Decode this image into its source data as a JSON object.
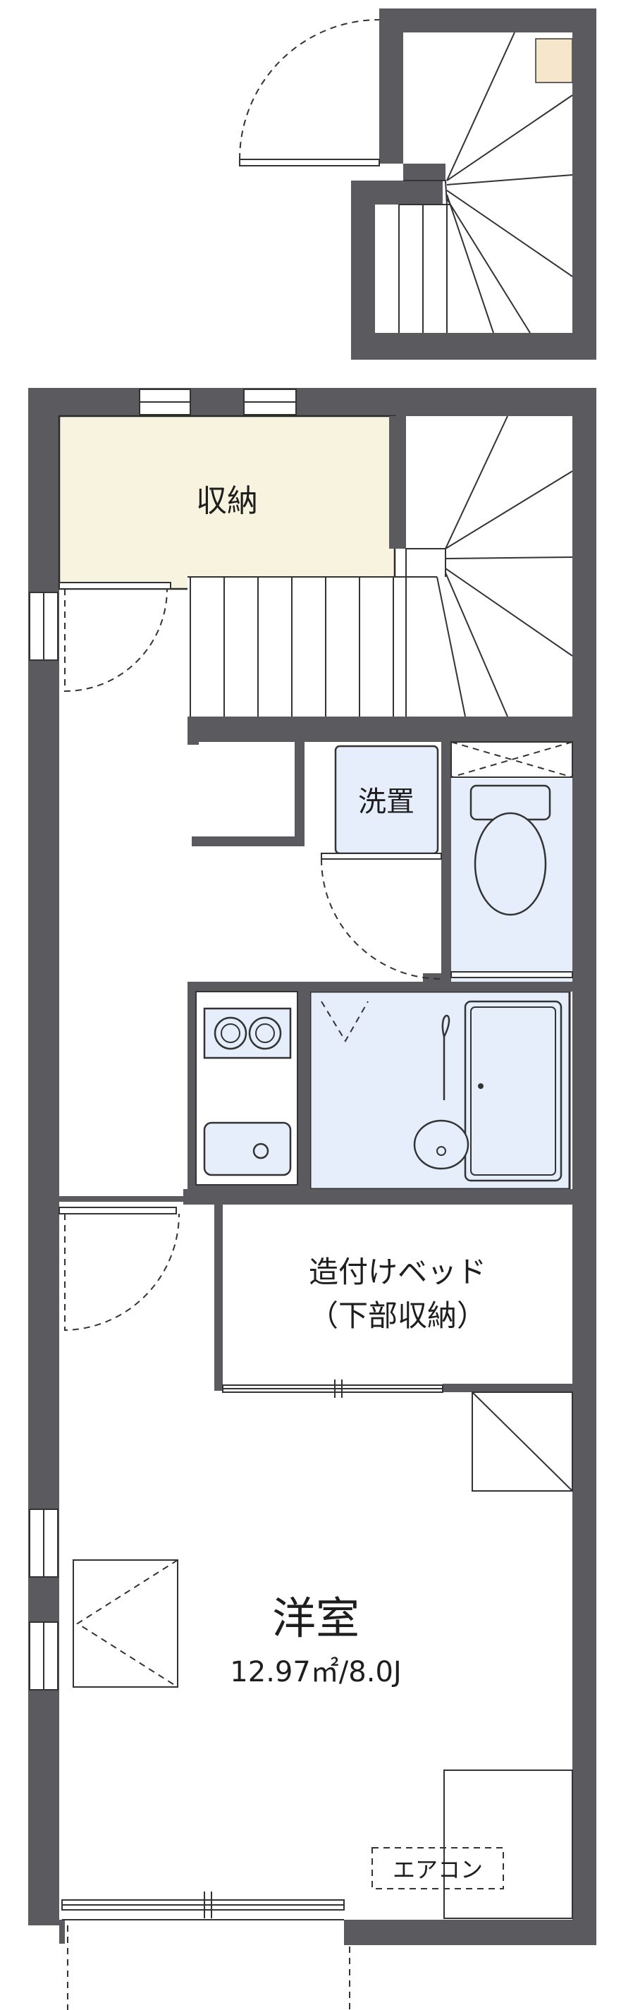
{
  "rooms": {
    "storage": "収納",
    "laundry": "洗置",
    "bed_line1": "造付けベッド",
    "bed_line2": "（下部収納）",
    "western_room": "洋室",
    "western_room_area": "12.97㎡/8.0J",
    "aircon": "エアコン"
  },
  "colors": {
    "wall": "#5a5a5f",
    "storage_fill": "#f8f3df",
    "wet_area_fill": "#e6eefc",
    "accent_box": "#f6e7cc"
  }
}
